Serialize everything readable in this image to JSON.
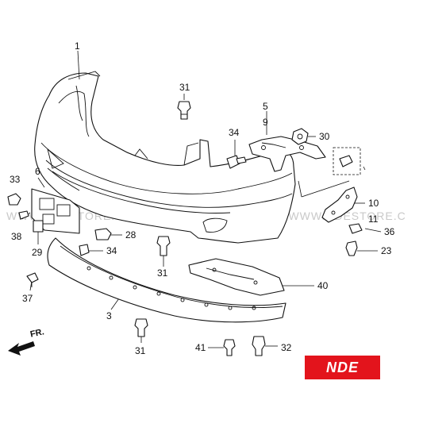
{
  "watermark": "WWW.NDESTORE.COM WWW.NDESTORE.COM WWW.NDESTORE.C",
  "brand_badge": "NDE",
  "direction_label": "FR.",
  "colors": {
    "badge": "#e3141c",
    "line": "#111111",
    "watermark": "#c9c9c9"
  },
  "callouts": {
    "c1": "1",
    "c31a": "31",
    "c5": "5",
    "c9": "9",
    "c34a": "34",
    "c30": "30",
    "c33": "33",
    "c6": "6",
    "c38": "38",
    "c29": "29",
    "c28": "28",
    "c34b": "34",
    "c31b": "31",
    "c10": "10",
    "c11": "11",
    "c36": "36",
    "c23": "23",
    "c37": "37",
    "c40": "40",
    "c3": "3",
    "c31c": "31",
    "c41": "41",
    "c32": "32"
  }
}
